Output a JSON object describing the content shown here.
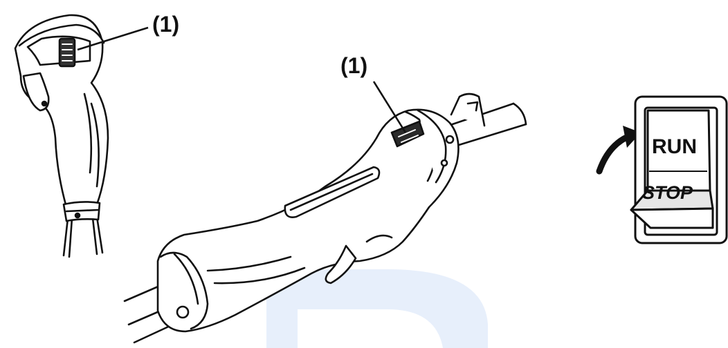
{
  "callouts": {
    "left_label": "(1)",
    "center_label": "(1)"
  },
  "switch": {
    "run_label": "RUN",
    "stop_label": "STOP"
  },
  "colors": {
    "ink": "#111111",
    "watermark": "#3d7fe0"
  },
  "icons": [
    "pointer-arrow-icon"
  ]
}
